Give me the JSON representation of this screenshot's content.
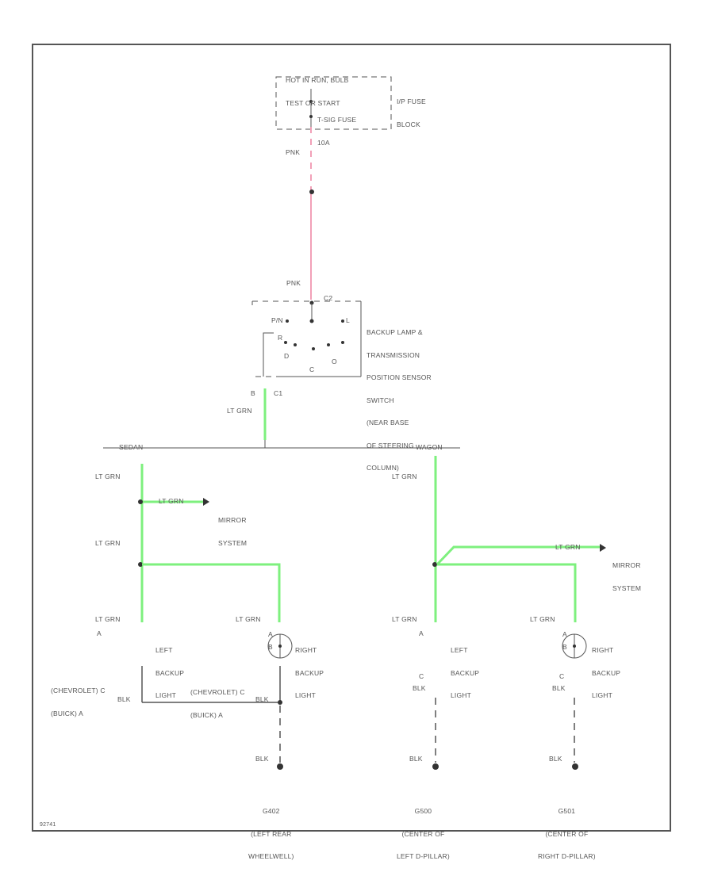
{
  "diagram": {
    "top_caption": [
      "HOT IN RUN, BULB",
      "TEST OR START"
    ],
    "fuse_block_label": [
      "I/P FUSE",
      "BLOCK"
    ],
    "fuse_label": [
      "T-SIG FUSE",
      "10A"
    ],
    "wire_pink_top": "PNK",
    "wire_pink_bottom": "PNK",
    "connector_c2": "C2",
    "switch_label": [
      "BACKUP LAMP &",
      "TRANSMISSION",
      "POSITION SENSOR",
      "SWITCH",
      "(NEAR BASE",
      "OF STEERING",
      "COLUMN)"
    ],
    "switch_pins": {
      "pn": "P/N",
      "r": "R",
      "d": "D",
      "o": "O",
      "l": "L",
      "c": "C"
    },
    "connector_b": "B",
    "connector_c1": "C1",
    "wire_ltgrn_main": "LT GRN",
    "branch_sedan": "SEDAN",
    "branch_wagon": "WAGON",
    "wire_color_ltgrn": "LT GRN",
    "wire_color_blk": "BLK",
    "mirror_label": [
      "MIRROR",
      "SYSTEM"
    ],
    "left_backup_light": [
      "LEFT",
      "BACKUP",
      "LIGHT"
    ],
    "right_backup_light": [
      "RIGHT",
      "BACKUP",
      "LIGHT"
    ],
    "pin_a": "A",
    "pin_b": "B",
    "pin_c": "C",
    "make_left": [
      "(CHEVROLET) C",
      "(BUICK) A"
    ],
    "make_right": [
      "(CHEVROLET) C",
      "(BUICK) A"
    ],
    "ground_g402": [
      "G402",
      "(LEFT REAR",
      "WHEELWELL)"
    ],
    "ground_g500": [
      "G500",
      "(CENTER OF",
      "LEFT D-PILLAR)"
    ],
    "ground_g501": [
      "G501",
      "(CENTER OF",
      "RIGHT D-PILLAR)"
    ],
    "figure_id": "92741",
    "colors": {
      "pink": "#f2a0b8",
      "green": "#7ef07e",
      "line": "#555555"
    }
  }
}
